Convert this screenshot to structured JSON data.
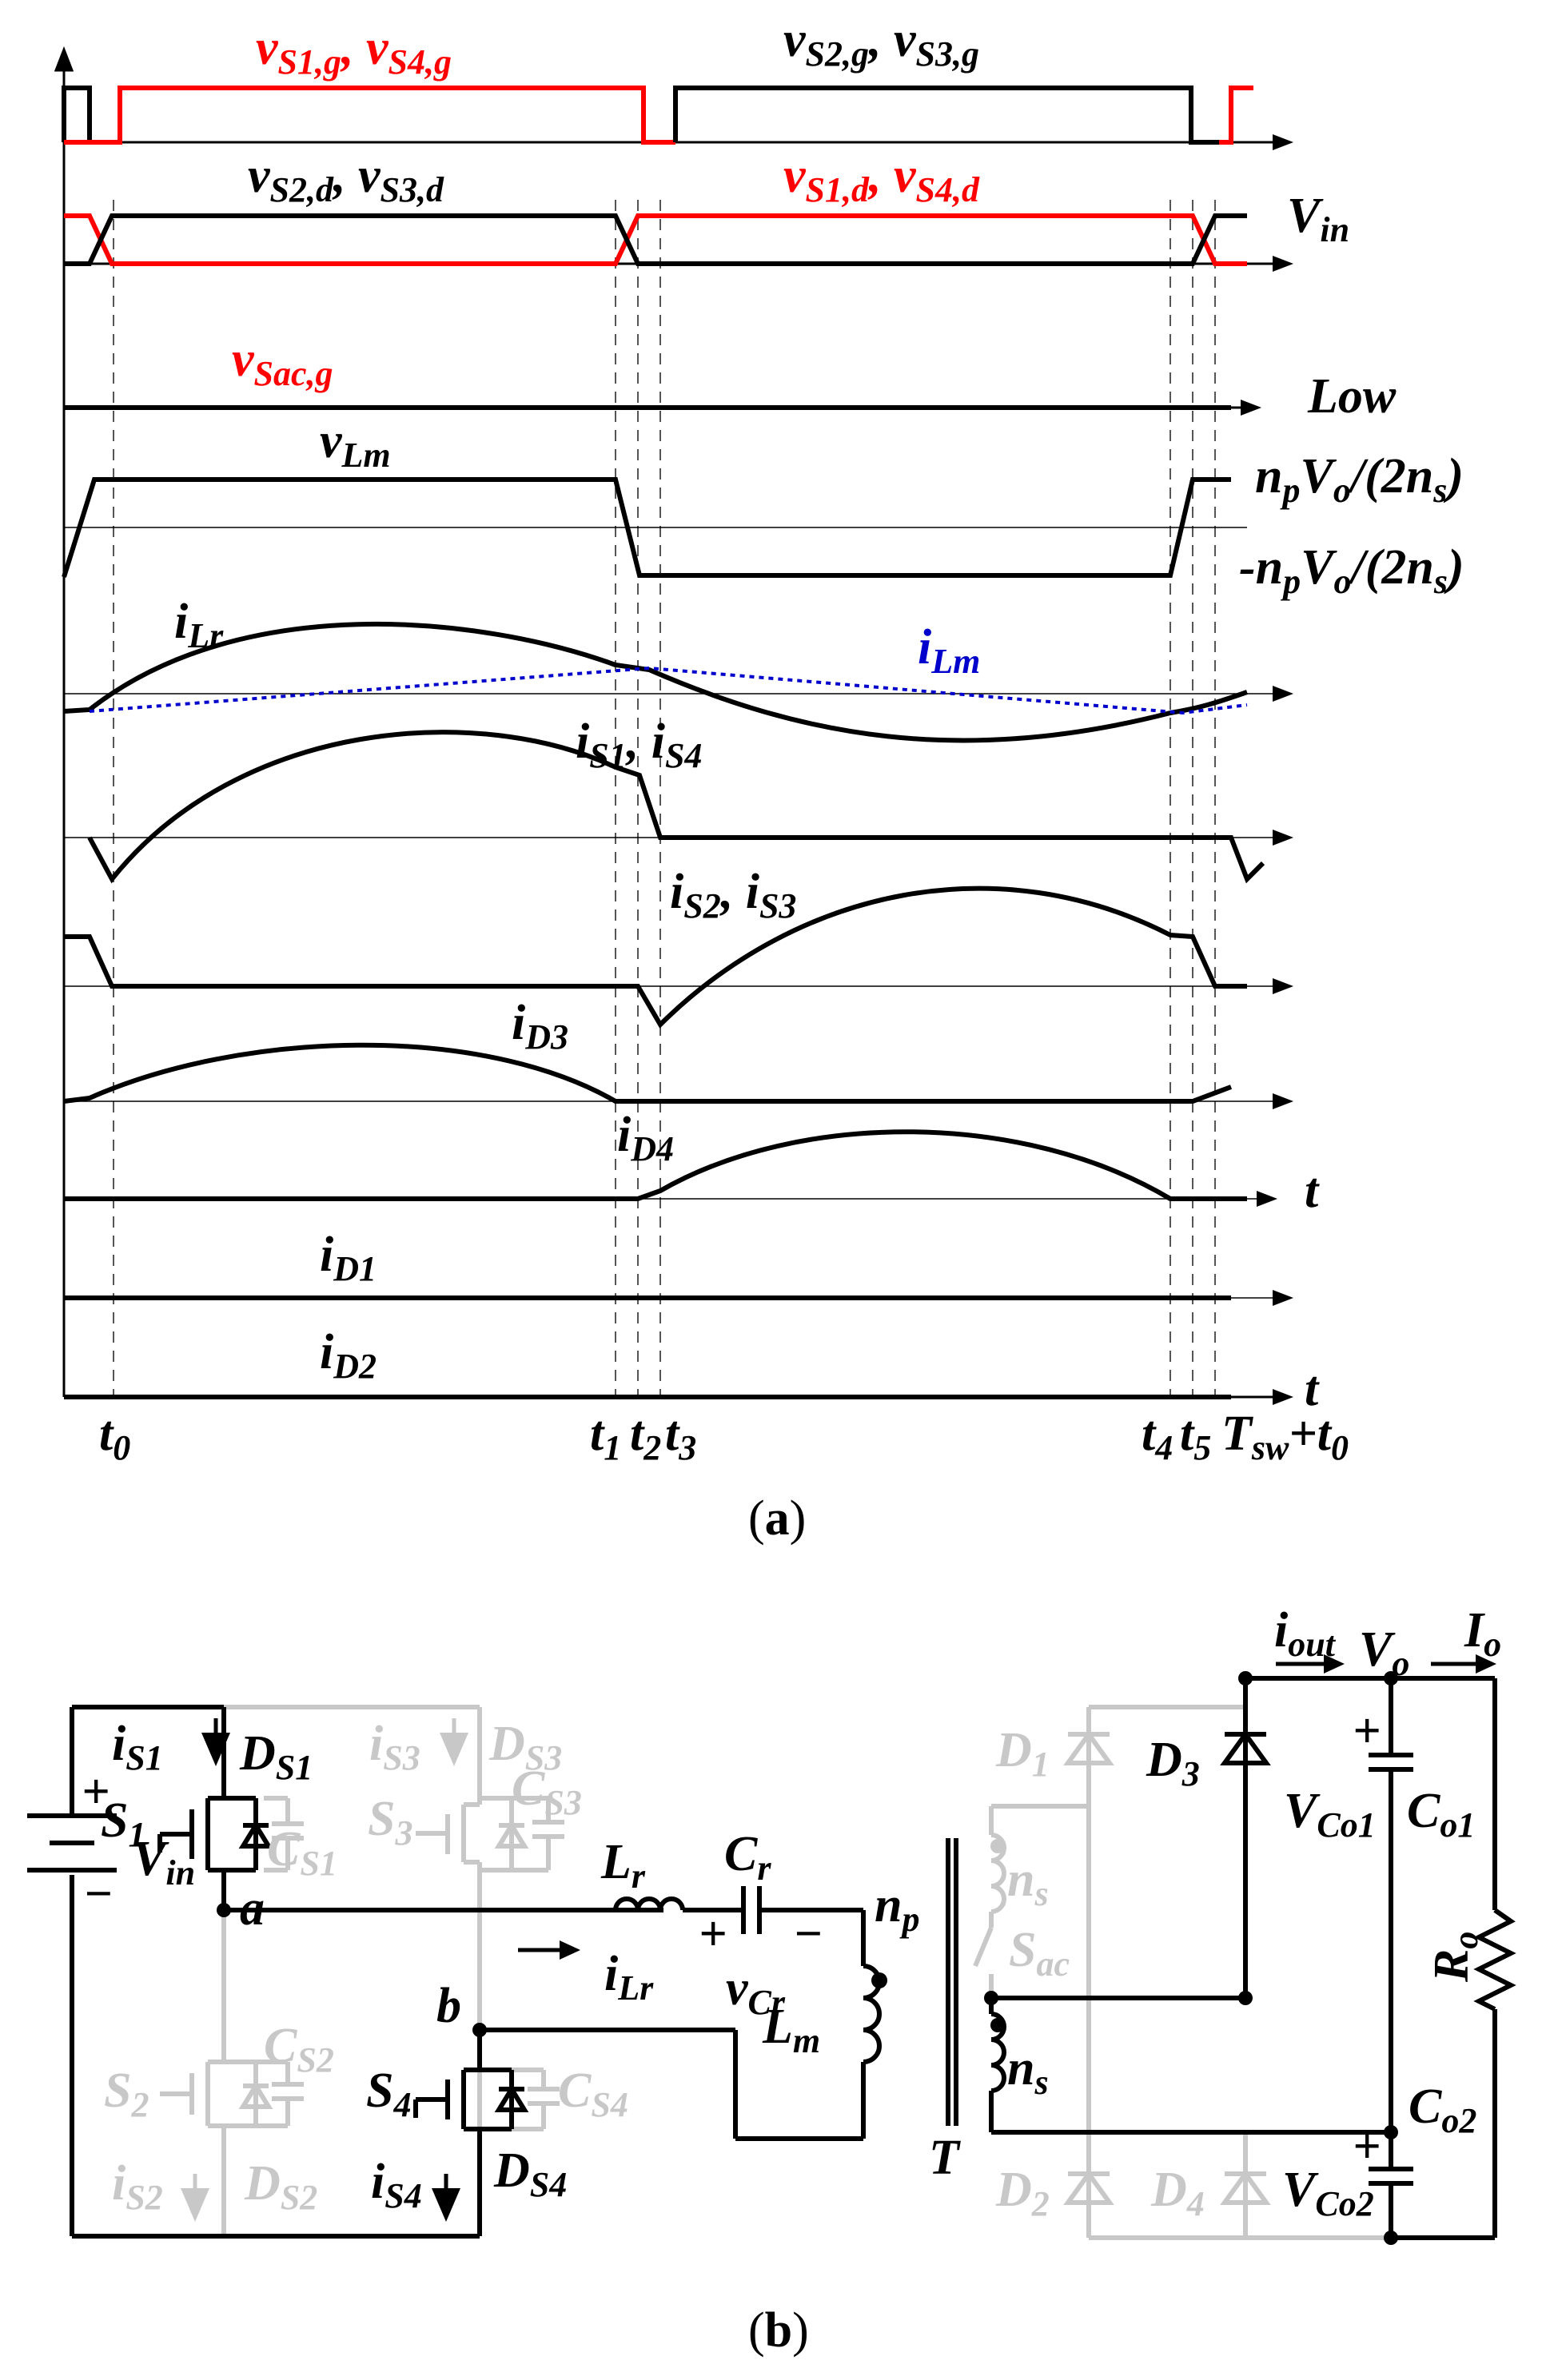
{
  "colors": {
    "black": "#000000",
    "red": "#ff0000",
    "blue": "#0000cc",
    "gray": "#c8c8c8",
    "guide": "#666666"
  },
  "waveform": {
    "caption": {
      "open": "(",
      "letter": "a",
      "close": ")"
    },
    "labels": {
      "vs14g": {
        "v": "v",
        "s1": "S1,g",
        "sep": ", ",
        "v2": "v",
        "s2": "S4,g"
      },
      "vs23g": {
        "v": "v",
        "s1": "S2,g",
        "sep": ", ",
        "v2": "v",
        "s2": "S3,g"
      },
      "vs23d": {
        "v": "v",
        "s1": "S2,d",
        "sep": ", ",
        "v2": "v",
        "s2": "S3,d"
      },
      "vs14d": {
        "v": "v",
        "s1": "S1,d",
        "sep": ", ",
        "v2": "v",
        "s2": "S4,d"
      },
      "vin": {
        "v": "V",
        "s": "in"
      },
      "vsacg": {
        "v": "v",
        "s": "Sac,g"
      },
      "low": "Low",
      "vlm": {
        "v": "v",
        "s": "Lm"
      },
      "pos_level": {
        "a": "n",
        "as": "p",
        "b": "V",
        "bs": "o",
        "c": "/(2n",
        "cs": "s",
        "d": ")"
      },
      "neg_level": {
        "a": "-n",
        "as": "p",
        "b": "V",
        "bs": "o",
        "c": "/(2n",
        "cs": "s",
        "d": ")"
      },
      "ilr": {
        "v": "i",
        "s": "Lr"
      },
      "ilm": {
        "v": "i",
        "s": "Lm"
      },
      "is14": {
        "v": "i",
        "s1": "S1",
        "sep": ", ",
        "v2": "i",
        "s2": "S4"
      },
      "is23": {
        "v": "i",
        "s1": "S2",
        "sep": ", ",
        "v2": "i",
        "s2": "S3"
      },
      "id3": {
        "v": "i",
        "s": "D3"
      },
      "id4": {
        "v": "i",
        "s": "D4"
      },
      "id1": {
        "v": "i",
        "s": "D1"
      },
      "id2": {
        "v": "i",
        "s": "D2"
      },
      "t_axis": "t",
      "t0": {
        "v": "t",
        "s": "0"
      },
      "t1": {
        "v": "t",
        "s": "1"
      },
      "t2": {
        "v": "t",
        "s": "2"
      },
      "t3": {
        "v": "t",
        "s": "3"
      },
      "t4": {
        "v": "t",
        "s": "4"
      },
      "t5": {
        "v": "t",
        "s": "5"
      },
      "tsw": {
        "v": "T",
        "s": "sw",
        "plus": "+",
        "v2": "t",
        "s2": "0"
      }
    }
  },
  "circuit": {
    "caption": {
      "open": "(",
      "letter": "b",
      "close": ")"
    },
    "labels": {
      "is1": {
        "v": "i",
        "s": "S1"
      },
      "ds1": {
        "v": "D",
        "s": "S1"
      },
      "s1": {
        "v": "S",
        "s": "1"
      },
      "cs1": {
        "v": "C",
        "s": "S1"
      },
      "node_a": "a",
      "is3": {
        "v": "i",
        "s": "S3"
      },
      "ds3": {
        "v": "D",
        "s": "S3"
      },
      "s3": {
        "v": "S",
        "s": "3"
      },
      "cs3": {
        "v": "C",
        "s": "S3"
      },
      "lr": {
        "v": "L",
        "s": "r"
      },
      "ilr": {
        "v": "i",
        "s": "Lr"
      },
      "cr": {
        "v": "C",
        "s": "r"
      },
      "vcr": {
        "v": "v",
        "s": "Cr"
      },
      "plus": "+",
      "minus": "−",
      "np": {
        "v": "n",
        "s": "p"
      },
      "lm": {
        "v": "L",
        "s": "m"
      },
      "vin": {
        "v": "V",
        "s": "in"
      },
      "cs2": {
        "v": "C",
        "s": "S2"
      },
      "s2": {
        "v": "S",
        "s": "2"
      },
      "is2": {
        "v": "i",
        "s": "S2"
      },
      "ds2": {
        "v": "D",
        "s": "S2"
      },
      "node_b": "b",
      "s4": {
        "v": "S",
        "s": "4"
      },
      "cs4": {
        "v": "C",
        "s": "S4"
      },
      "is4": {
        "v": "i",
        "s": "S4"
      },
      "ds4": {
        "v": "D",
        "s": "S4"
      },
      "transformer": "T",
      "ns_top": {
        "v": "n",
        "s": "s"
      },
      "sac": {
        "v": "S",
        "s": "ac"
      },
      "ns_bot": {
        "v": "n",
        "s": "s"
      },
      "d1": {
        "v": "D",
        "s": "1"
      },
      "d2": {
        "v": "D",
        "s": "2"
      },
      "d3": {
        "v": "D",
        "s": "3"
      },
      "d4": {
        "v": "D",
        "s": "4"
      },
      "iout": {
        "v": "i",
        "s": "out"
      },
      "vo": {
        "v": "V",
        "s": "o"
      },
      "io": {
        "v": "I",
        "s": "o"
      },
      "vco1": {
        "v": "V",
        "s": "Co1"
      },
      "co1": {
        "v": "C",
        "s": "o1"
      },
      "ro": {
        "v": "R",
        "s": "o"
      },
      "co2": {
        "v": "C",
        "s": "o2"
      },
      "vco2": {
        "v": "V",
        "s": "Co2"
      }
    }
  }
}
